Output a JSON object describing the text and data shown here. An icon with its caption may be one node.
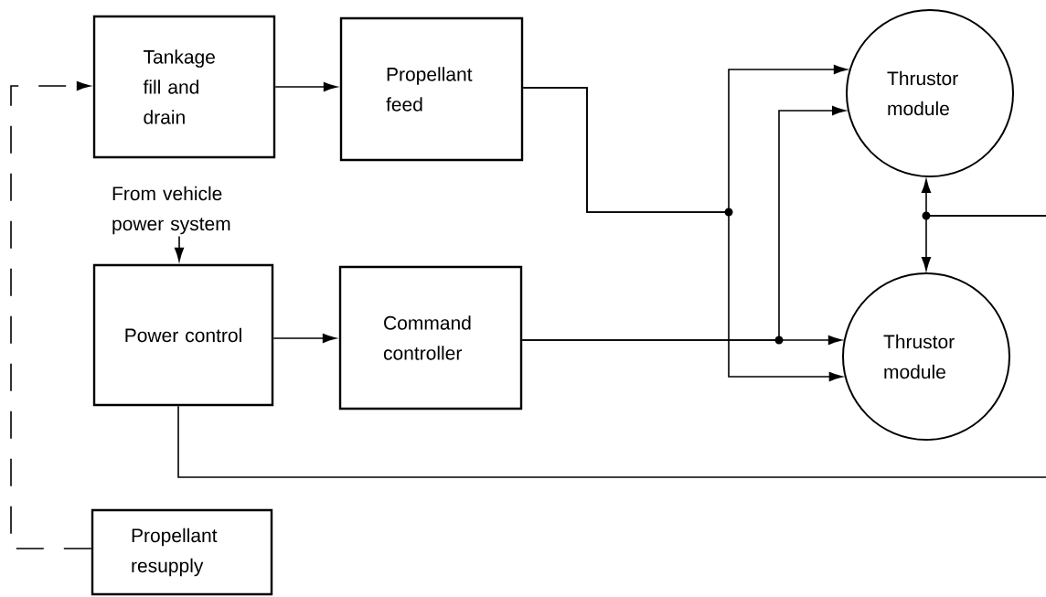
{
  "diagram": {
    "nodes": [
      {
        "text": [
          "Tankage fill and drain"
        ]
      },
      {
        "text": [
          "Propellant feed"
        ]
      },
      {
        "text": [
          "From vehicle power system"
        ]
      },
      {
        "text": [
          "Power control"
        ]
      },
      {
        "text": [
          "Command controller"
        ]
      },
      {
        "text": [
          "Thrustor module"
        ]
      },
      {
        "text": [
          "Thrustor module"
        ]
      },
      {
        "text": [
          "Propellant resupply"
        ]
      }
    ],
    "edges": [
      {
        "from": 7,
        "to": 0,
        "arrow": "to",
        "style": "dashed"
      },
      {
        "from": 0,
        "to": 1,
        "arrow": "to"
      },
      {
        "from": 2,
        "to": 3,
        "arrow": "to"
      },
      {
        "from": 3,
        "to": 4,
        "arrow": "to"
      },
      {
        "from": 1,
        "to": 5,
        "arrow": "to"
      },
      {
        "from": 1,
        "to": 6,
        "arrow": "to"
      },
      {
        "from": 4,
        "to": 5,
        "arrow": "to"
      },
      {
        "from": 4,
        "to": 6,
        "arrow": "to"
      },
      {
        "from": null,
        "to": 5,
        "arrow": "to"
      },
      {
        "from": null,
        "to": 6,
        "arrow": "to"
      },
      {
        "from": 3,
        "to": null,
        "arrow": "none"
      }
    ]
  }
}
